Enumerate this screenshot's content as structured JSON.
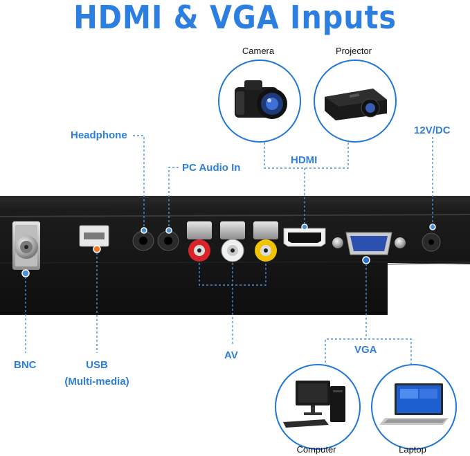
{
  "title": "HDMI & VGA Inputs",
  "labels": {
    "headphone": "Headphone",
    "pc_audio_in": "PC Audio In",
    "hdmi": "HDMI",
    "dc": "12V/DC",
    "bnc": "BNC",
    "usb": "USB",
    "usb_sub": "(Multi-media)",
    "av": "AV",
    "vga": "VGA"
  },
  "devices": {
    "camera": "Camera",
    "projector": "Projector",
    "computer": "Computer",
    "laptop": "Laptop"
  },
  "colors": {
    "accent": "#2c7fe0",
    "line": "#4a90d9",
    "panel": "#1b1b1b",
    "av_red": "#d8232a",
    "av_white": "#f0f0f0",
    "av_yellow": "#f2c200",
    "usb_dot": "#f07a2a",
    "vga_dot": "#2d6ed1"
  },
  "icons": [
    "camera-icon",
    "projector-icon",
    "computer-icon",
    "laptop-icon"
  ]
}
